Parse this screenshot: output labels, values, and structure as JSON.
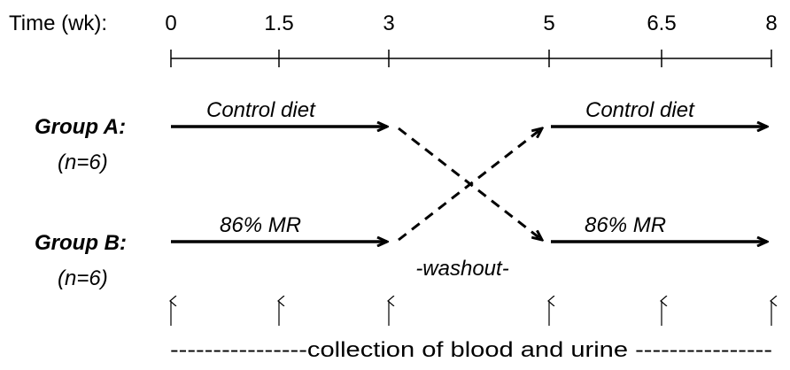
{
  "timeline": {
    "label": "Time (wk):",
    "ticks": [
      "0",
      "1.5",
      "3",
      "5",
      "6.5",
      "8"
    ]
  },
  "groups": [
    {
      "name": "Group A:",
      "n": "(n=6)",
      "phase1_label": "Control diet",
      "phase2_label": "Control diet"
    },
    {
      "name": "Group B:",
      "n": "(n=6)",
      "phase1_label": "86% MR",
      "phase2_label": "86% MR"
    }
  ],
  "washout_label": "-washout-",
  "collection": {
    "text": "----------------collection of blood and urine ----------------"
  }
}
